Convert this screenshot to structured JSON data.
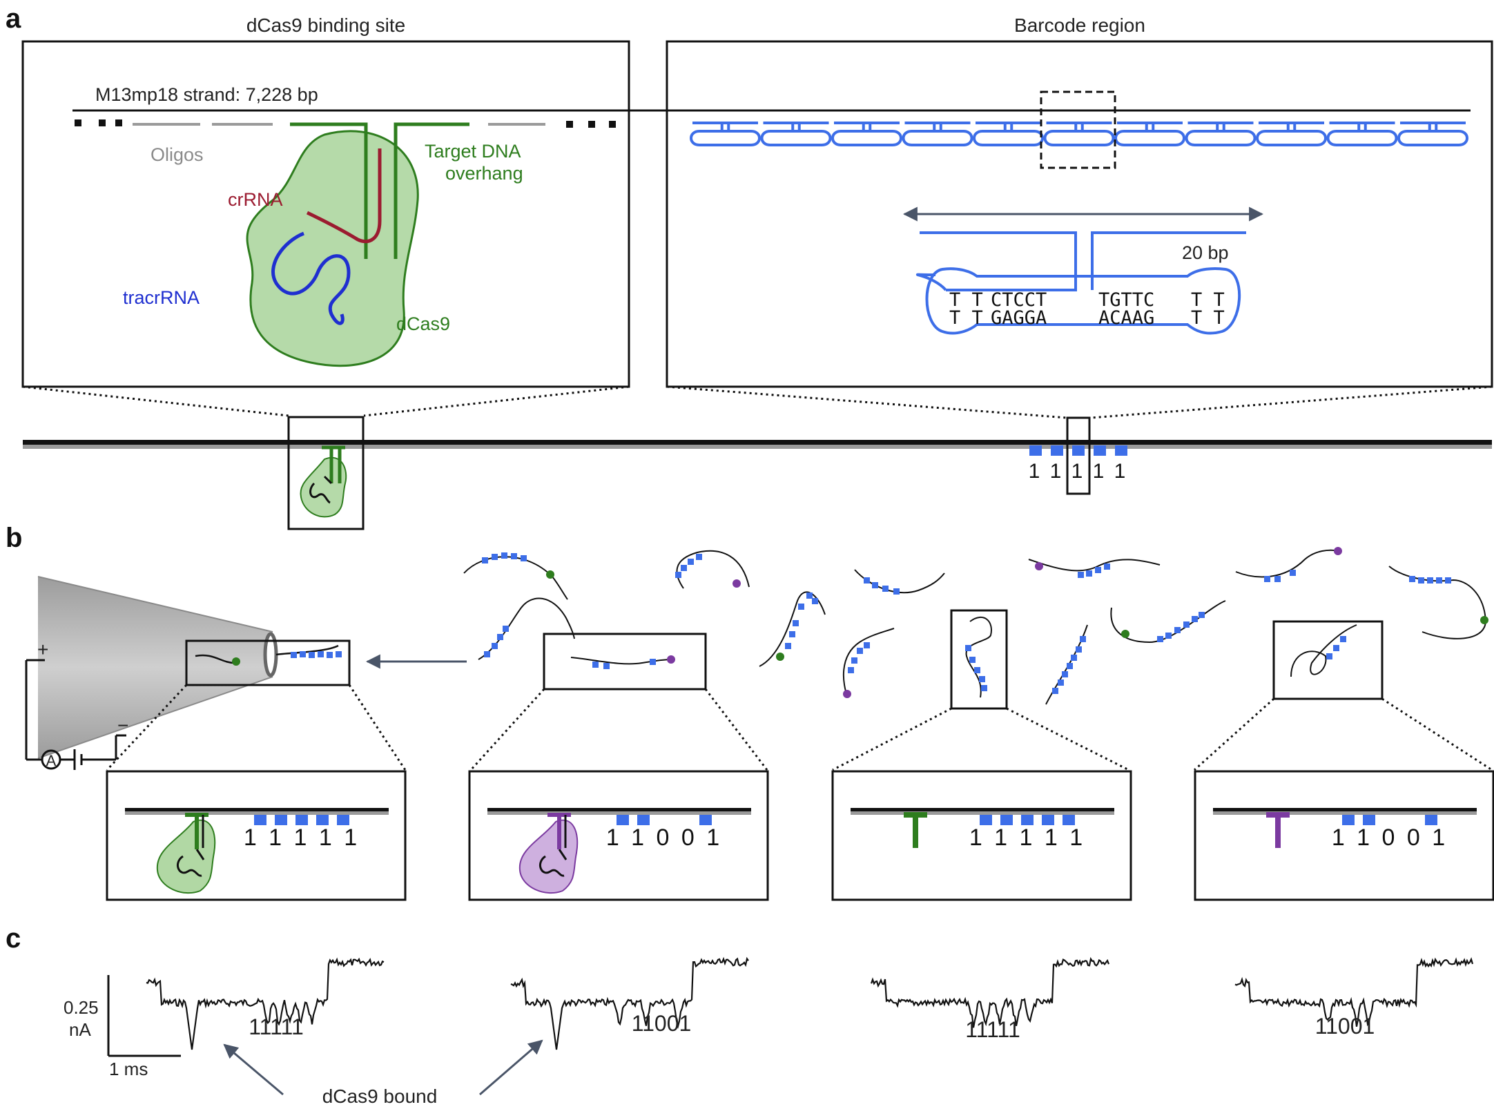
{
  "panels": {
    "a": "a",
    "b": "b",
    "c": "c"
  },
  "panel_a": {
    "left_box_title": "dCas9 binding site",
    "right_box_title": "Barcode region",
    "strand_label": "M13mp18 strand: 7,228 bp",
    "oligos_label": "Oligos",
    "target_label_line1": "Target DNA",
    "target_label_line2": "overhang",
    "crrna_label": "crRNA",
    "tracrrna_label": "tracrRNA",
    "dcas9_label": "dCas9",
    "bp_label": "20 bp",
    "hairpin_top_left": "T T",
    "hairpin_bottom_left": "T T",
    "hairpin_seq_top_1": "CTCCT",
    "hairpin_seq_bottom_1": "GAGGA",
    "hairpin_seq_top_2": "TGTTC",
    "hairpin_seq_bottom_2": "ACAAG",
    "hairpin_top_right": "T T",
    "hairpin_bottom_right": "T T",
    "barcode_bits": [
      "1",
      "1",
      "1",
      "1",
      "1"
    ]
  },
  "panel_b": {
    "plus": "+",
    "minus": "−",
    "ammeter": "A",
    "zoom_bits": [
      "1 1 1 1 1",
      "1 1 0 0 1",
      "1 1 1 1 1",
      "1 1 0 0 1"
    ]
  },
  "panel_c": {
    "scale_current": "0.25",
    "scale_unit": "nA",
    "scale_time": "1 ms",
    "trace_labels": [
      "11111",
      "11001",
      "11111",
      "11001"
    ],
    "bound_label": "dCas9 bound"
  },
  "colors": {
    "dcas9_green": "#2e7d1e",
    "dcas9_fill": "#a8d49a",
    "crrna_red": "#9b1b30",
    "tracrrna_blue": "#1f2fd0",
    "barcode_blue": "#3d6ee8",
    "purple": "#7b3aa0",
    "purple_fill": "#c9a7dc",
    "oligo_gray": "#9a9a9a",
    "arrow_slate": "#4a5568"
  }
}
